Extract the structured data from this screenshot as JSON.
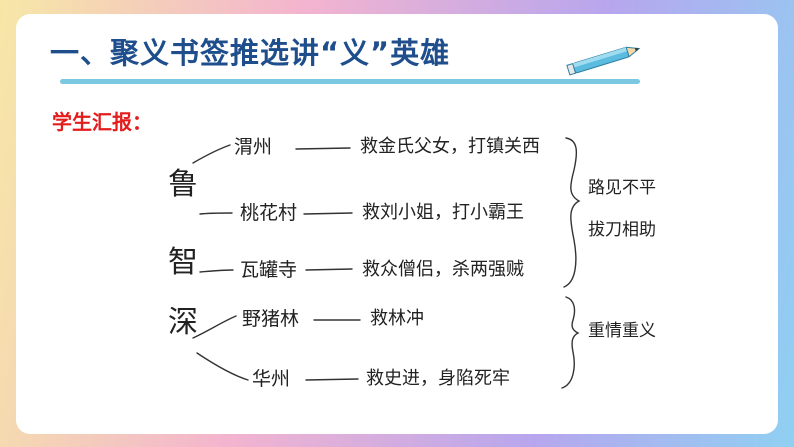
{
  "slide": {
    "title": "一、聚义书签推选讲“义”英雄",
    "report_label": "学生汇报："
  },
  "diagram": {
    "hero": [
      "鲁",
      "智",
      "深"
    ],
    "places": [
      "渭州",
      "桃花村",
      "瓦罐寺",
      "野猪林",
      "华州"
    ],
    "deeds": [
      "救金氏父女，打镇关西",
      "救刘小姐，打小霸王",
      "救众僧侣，杀两强贼",
      "救林冲",
      "救史进，身陷死牢"
    ],
    "groups": [
      "路见不平",
      "拔刀相助",
      "重情重义"
    ]
  }
}
